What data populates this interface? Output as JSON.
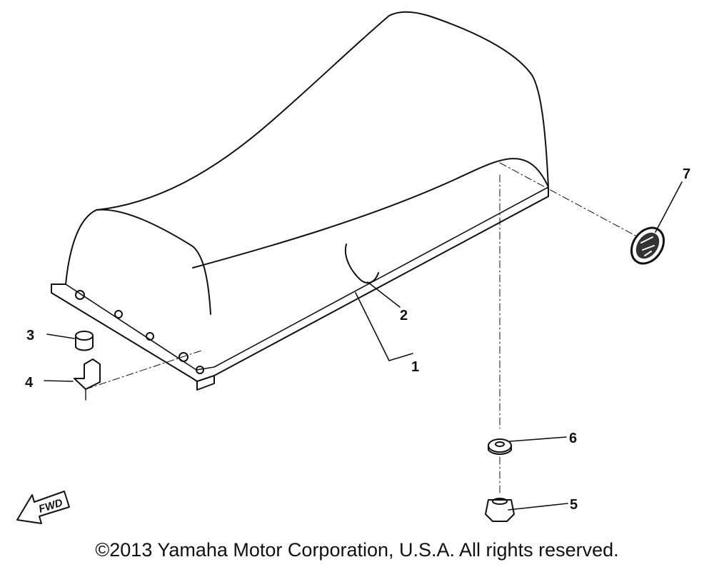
{
  "callouts": [
    "1",
    "2",
    "3",
    "4",
    "5",
    "6",
    "7"
  ],
  "fwd_label": "FWD",
  "copyright": "©2013 Yamaha Motor Corporation, U.S.A. All rights reserved.",
  "colors": {
    "line": "#111111",
    "background": "#ffffff"
  },
  "icons": {
    "fwd": "fwd-arrow-icon",
    "emblem": "emblem-icon"
  }
}
